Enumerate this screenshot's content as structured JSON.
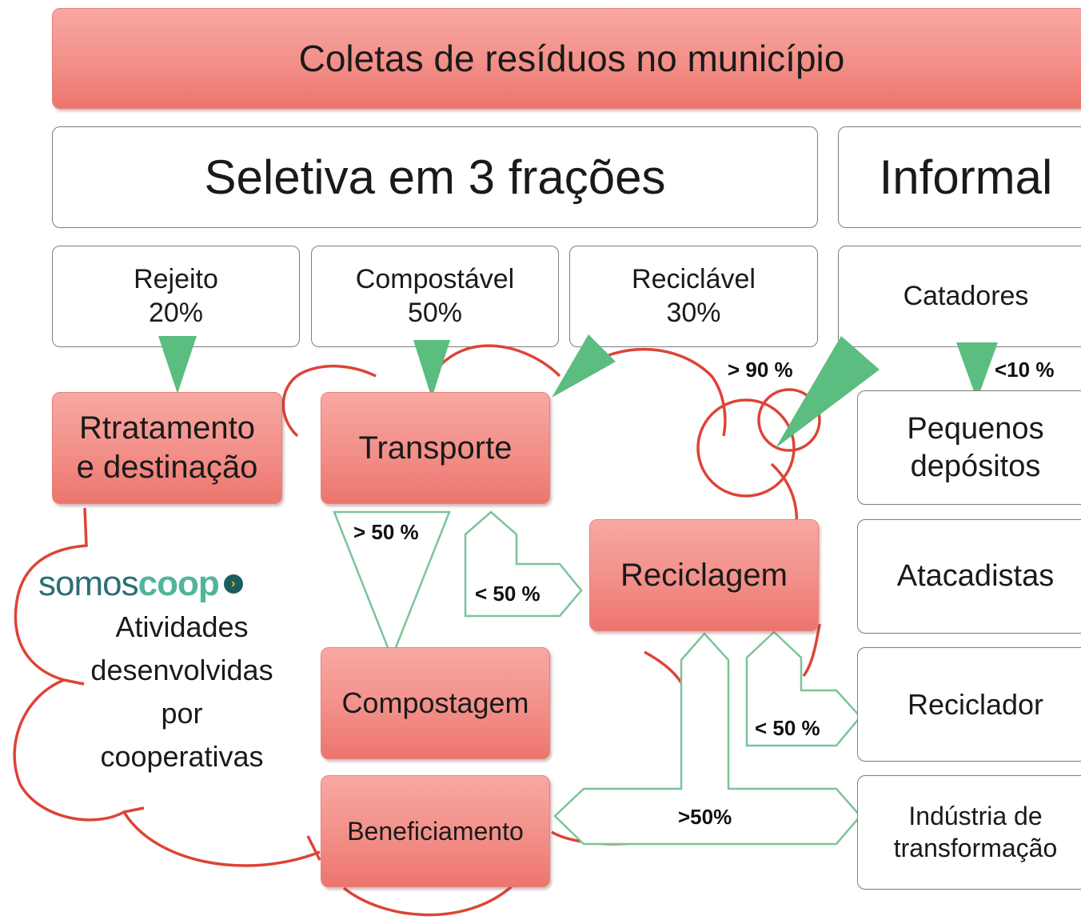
{
  "header": {
    "title": "Coletas de resíduos no município"
  },
  "groups": {
    "selective": "Seletiva em 3 frações",
    "informal": "Informal"
  },
  "fractions": [
    {
      "name": "Rejeito",
      "percent": "20%"
    },
    {
      "name": "Compostável",
      "percent": "50%"
    },
    {
      "name": "Reciclável",
      "percent": "30%"
    }
  ],
  "informal_source": "Catadores",
  "process": {
    "treatment": [
      "Rtratamento",
      "e destinação"
    ],
    "transport": "Transporte",
    "recycling": "Reciclagem",
    "composting": "Compostagem",
    "processing": "Beneficiamento"
  },
  "chain": {
    "small_deposits": [
      "Pequenos",
      "depósitos"
    ],
    "wholesalers": "Atacadistas",
    "recycler": "Reciclador",
    "industry": [
      "Indústria de",
      "transformação"
    ]
  },
  "flow_labels": {
    "gt90": "> 90 %",
    "lt10": "<10 %",
    "gt50_compost": "> 50 %",
    "lt50_recycling": "< 50 %",
    "lt50_recycler": "< 50 %",
    "gt50_industry": ">50%"
  },
  "cooperatives": {
    "logo_left": "somos",
    "logo_right": "coop",
    "logo_mark": "›",
    "caption": [
      "Atividades",
      "desenvolvidas",
      "por",
      "cooperativas"
    ]
  },
  "colors": {
    "red_box": "#f28f88",
    "green_arrow": "#5bbd80",
    "cycle_line": "#dc4437",
    "green_outline": "#7cc399"
  }
}
